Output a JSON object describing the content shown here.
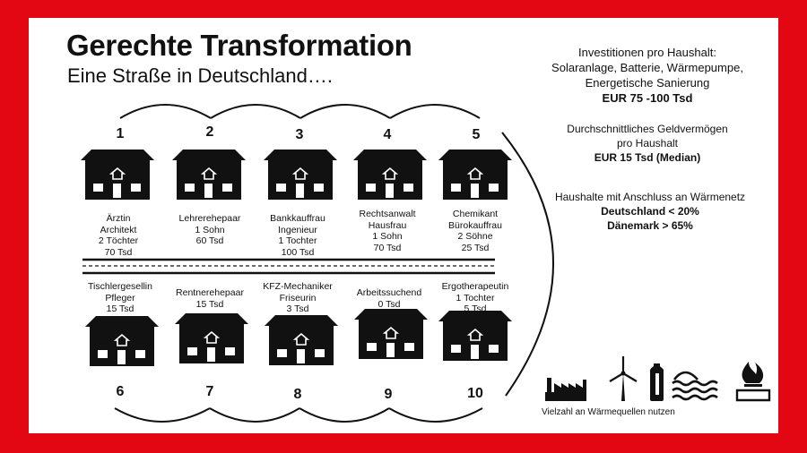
{
  "header": {
    "title": "Gerechte Transformation",
    "subtitle": "Eine Straße in Deutschland…."
  },
  "houses_top": [
    {
      "number": "1",
      "lines": [
        "Ärztin",
        "Architekt",
        "2 Töchter",
        "70 Tsd"
      ]
    },
    {
      "number": "2",
      "lines": [
        "Lehrerehepaar",
        "1 Sohn",
        "60 Tsd"
      ]
    },
    {
      "number": "3",
      "lines": [
        "Bankkauffrau",
        "Ingenieur",
        "1 Tochter",
        "100 Tsd"
      ]
    },
    {
      "number": "4",
      "lines": [
        "Rechtsanwalt",
        "Hausfrau",
        "1 Sohn",
        "70 Tsd"
      ]
    },
    {
      "number": "5",
      "lines": [
        "Chemikant",
        "Bürokauffrau",
        "2 Söhne",
        "25 Tsd"
      ]
    }
  ],
  "houses_bottom": [
    {
      "number": "6",
      "lines": [
        "Tischlergesellin",
        "Pfleger",
        "15 Tsd"
      ]
    },
    {
      "number": "7",
      "lines": [
        "Rentnerehepaar",
        "15 Tsd"
      ]
    },
    {
      "number": "8",
      "lines": [
        "KFZ-Mechaniker",
        "Friseurin",
        "3 Tsd"
      ]
    },
    {
      "number": "9",
      "lines": [
        "Arbeitssuchend",
        "0 Tsd"
      ]
    },
    {
      "number": "10",
      "lines": [
        "Ergotherapeutin",
        "1 Tochter",
        "5 Tsd"
      ]
    }
  ],
  "info": {
    "investment": {
      "lines": [
        "Investitionen  pro Haushalt:",
        "Solaranlage, Batterie, Wärmepumpe,",
        "Energetische Sanierung"
      ],
      "value": "EUR 75 -100 Tsd"
    },
    "wealth": {
      "lines": [
        "Durchschnittliches Geldvermögen",
        "pro Haushalt"
      ],
      "value": "EUR 15 Tsd (Median)"
    },
    "heating": {
      "lines": [
        "Haushalte mit Anschluss an Wärmenetz"
      ],
      "de": "Deutschland < 20%",
      "dk": "Dänemark > 65%"
    }
  },
  "heat_sources": {
    "icons": [
      "factory-icon",
      "wind-turbine-icon",
      "heat-storage-tank-icon",
      "water-waves-icon",
      "fire-icon"
    ],
    "caption": "Vielzahl an Wärmequellen nutzen"
  },
  "colors": {
    "frame": "#e30613",
    "background": "#ffffff",
    "ink": "#111111"
  }
}
